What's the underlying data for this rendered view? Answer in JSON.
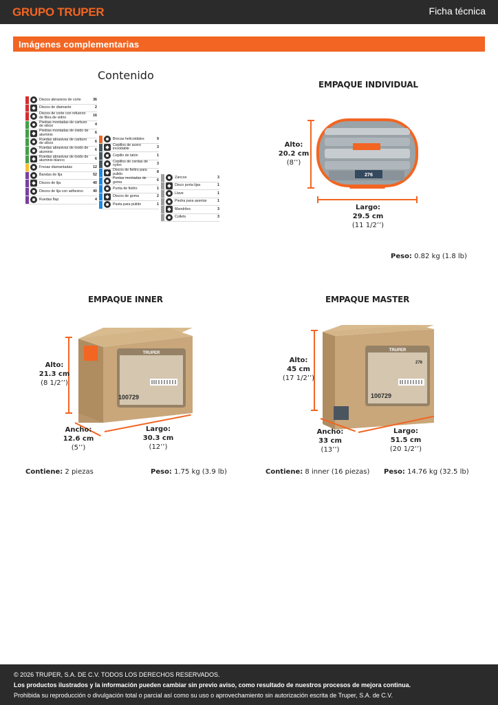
{
  "header": {
    "brand": "GRUPO TRUPER",
    "doc_type": "Ficha técnica"
  },
  "section": {
    "title": "Imágenes complementarias"
  },
  "contents": {
    "title": "Contenido",
    "col1": [
      {
        "name": "Discos abrasivos de corte",
        "qty": "36",
        "color": "#d32f2f"
      },
      {
        "name": "Discos de diamante",
        "qty": "2",
        "color": "#d32f2f"
      },
      {
        "name": "Discos de corte con refuerzo de fibra de vidrio",
        "qty": "16",
        "color": "#d32f2f"
      },
      {
        "name": "Piedras montadas de carburo de silicio",
        "qty": "4",
        "color": "#43a047"
      },
      {
        "name": "Piedras montadas de óxido de aluminio",
        "qty": "6",
        "color": "#43a047"
      },
      {
        "name": "Ruedas abrasivas de carburo de silicio",
        "qty": "6",
        "color": "#43a047"
      },
      {
        "name": "Ruedas abrasivas de óxido de aluminio",
        "qty": "6",
        "color": "#43a047"
      },
      {
        "name": "Ruedas abrasivas de óxido de aluminio blanco",
        "qty": "6",
        "color": "#43a047"
      },
      {
        "name": "Fresas diamantadas",
        "qty": "12",
        "color": "#fbc02d"
      },
      {
        "name": "Bandas de lija",
        "qty": "52",
        "color": "#7b3fa0"
      },
      {
        "name": "Discos de lija",
        "qty": "40",
        "color": "#7b3fa0"
      },
      {
        "name": "Discos de lija con adhesivo",
        "qty": "40",
        "color": "#7b3fa0"
      },
      {
        "name": "Ruedas flap",
        "qty": "4",
        "color": "#7b3fa0"
      }
    ],
    "col2": [
      {
        "name": "Brocas helicoidales",
        "qty": "9",
        "color": "#f26522"
      },
      {
        "name": "Cepillos de acero inoxidable",
        "qty": "3",
        "color": "#455a64"
      },
      {
        "name": "Cepillo de latón",
        "qty": "1",
        "color": "#455a64"
      },
      {
        "name": "Cepillos de cerdas de nylon",
        "qty": "3",
        "color": "#455a64"
      },
      {
        "name": "Discos de fieltro para pulido",
        "qty": "8",
        "color": "#1e88e5"
      },
      {
        "name": "Puntas montadas de goma",
        "qty": "6",
        "color": "#1e88e5"
      },
      {
        "name": "Punta de fieltro",
        "qty": "1",
        "color": "#1e88e5"
      },
      {
        "name": "Discos de goma",
        "qty": "2",
        "color": "#1e88e5"
      },
      {
        "name": "Pasta para pulido",
        "qty": "1",
        "color": "#1e88e5"
      }
    ],
    "col3": [
      {
        "name": "Zancos",
        "qty": "3",
        "color": "#9e9e9e"
      },
      {
        "name": "Disco porta lijas",
        "qty": "1",
        "color": "#9e9e9e"
      },
      {
        "name": "Llave",
        "qty": "1",
        "color": "#9e9e9e"
      },
      {
        "name": "Piedra para asentar",
        "qty": "1",
        "color": "#9e9e9e"
      },
      {
        "name": "Mandriles",
        "qty": "3",
        "color": "#9e9e9e"
      },
      {
        "name": "Collets",
        "qty": "3",
        "color": "#9e9e9e"
      }
    ]
  },
  "individual": {
    "title": "EMPAQUE INDIVIDUAL",
    "case_count": "276",
    "alto_label": "Alto:",
    "alto_value": "20.2 cm",
    "alto_imp": "(8’’)",
    "largo_label": "Largo:",
    "largo_value": "29.5 cm",
    "largo_imp": "(11 1/2’’)",
    "peso_label": "Peso:",
    "peso_value": "0.82 kg (1.8 lb)"
  },
  "inner": {
    "title": "EMPAQUE INNER",
    "box_code": "100729",
    "box_brand": "TRUPER",
    "alto_label": "Alto:",
    "alto_value": "21.3 cm",
    "alto_imp": "(8 1/2’’)",
    "ancho_label": "Ancho:",
    "ancho_value": "12.6 cm",
    "ancho_imp": "(5’’)",
    "largo_label": "Largo:",
    "largo_value": "30.3 cm",
    "largo_imp": "(12’’)",
    "contiene_label": "Contiene:",
    "contiene_value": "2 piezas",
    "peso_label": "Peso:",
    "peso_value": "1.75 kg (3.9 lb)"
  },
  "master": {
    "title": "EMPAQUE MASTER",
    "box_code": "100729",
    "box_brand": "TRUPER",
    "box_count": "276",
    "alto_label": "Alto:",
    "alto_value": "45 cm",
    "alto_imp": "(17 1/2’’)",
    "ancho_label": "Ancho:",
    "ancho_value": "33 cm",
    "ancho_imp": "(13’’)",
    "largo_label": "Largo:",
    "largo_value": "51.5 cm",
    "largo_imp": "(20 1/2’’)",
    "contiene_label": "Contiene:",
    "contiene_value": "8 inner (16 piezas)",
    "peso_label": "Peso:",
    "peso_value": "14.76 kg (32.5 lb)"
  },
  "footer": {
    "copyright": "© 2026 TRUPER, S.A. DE C.V. TODOS LOS DERECHOS RESERVADOS.",
    "notice": "Los productos ilustrados y la información pueden cambiar sin previo aviso, como resultado de nuestros procesos de mejora continua.",
    "legal": "Prohibida su reproducción o divulgación total o parcial así como su uso o aprovechamiento sin autorización escrita de Truper, S.A. de C.V."
  },
  "colors": {
    "accent": "#f26522",
    "dark": "#2b2b2b",
    "cardboard": "#c9a77a"
  }
}
